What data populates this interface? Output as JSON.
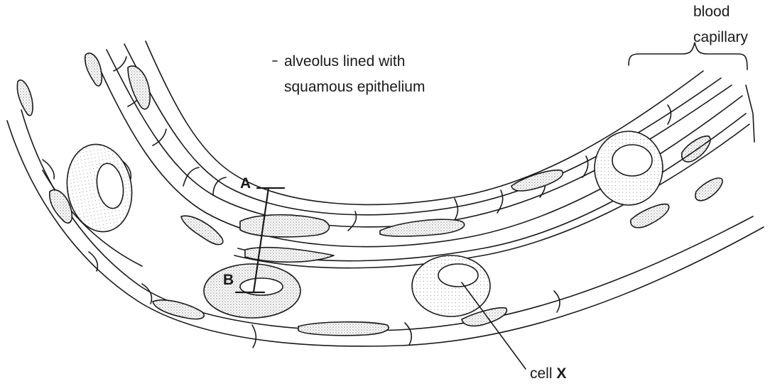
{
  "labels": {
    "blood_capillary_line1": "blood",
    "blood_capillary_line2": "capillary",
    "alveolus_line1": "alveolus lined with",
    "alveolus_line2": "squamous epithelium",
    "point_a": "A",
    "point_b": "B",
    "cell_prefix": "cell ",
    "cell_letter": "X"
  },
  "colors": {
    "outline": "#1a1a1a",
    "stipple": "#8a8a8a",
    "background": "#ffffff"
  }
}
